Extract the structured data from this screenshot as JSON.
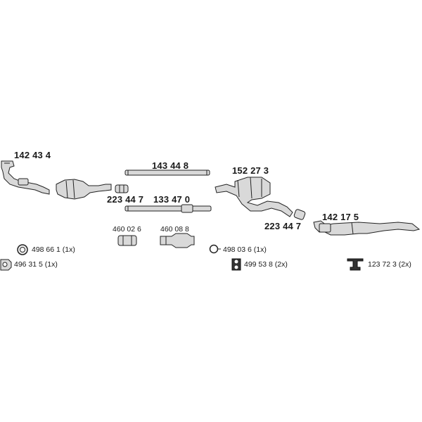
{
  "parts": {
    "front_pipe": "142 43 4",
    "pipe_long_upper": "143 44 8",
    "clamp_front": "223 44 7",
    "pipe_middle": "133 47 0",
    "middle_silencer": "152 27 3",
    "clamp_rear": "223 44 7",
    "rear_silencer": "142 17 5",
    "connector_short": "460 02 6",
    "connector_long": "460 08 8"
  },
  "accessories": {
    "ring_a": "498 66 1 (1x)",
    "gasket": "496 31 5 (1x)",
    "ring_b": "498 03 6 (1x)",
    "rubber_mount": "499 53 8 (2x)",
    "hanger_bracket": "123 72 3 (2x)"
  },
  "icons": [
    "ring-icon",
    "gasket-icon",
    "ring-clip-icon",
    "rubber-mount-icon",
    "hanger-icon"
  ]
}
